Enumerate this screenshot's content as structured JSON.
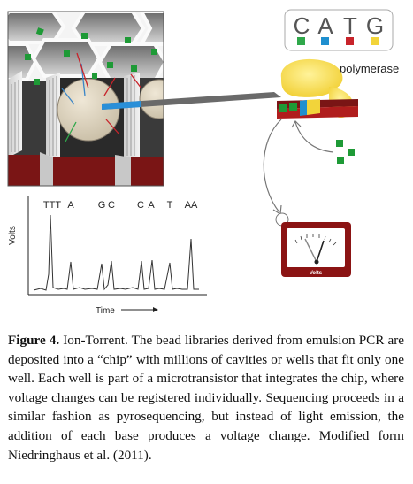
{
  "figure": {
    "bases": [
      {
        "letter": "C",
        "color": "#2fa84a"
      },
      {
        "letter": "A",
        "color": "#1f8fcf"
      },
      {
        "letter": "T",
        "color": "#c8242b"
      },
      {
        "letter": "G",
        "color": "#f2d43a"
      }
    ],
    "polymerase_label": "polymerase",
    "trace": {
      "base_calls": [
        "TTT",
        "A",
        "G",
        "C",
        "C",
        "A",
        "T",
        "AA"
      ],
      "y_axis_label": "Volts",
      "x_axis_label": "Time"
    },
    "meter_label": "Volts"
  },
  "caption": {
    "label": "Figure 4.",
    "text": " Ion-Torrent. The bead libraries derived from emulsion PCR are deposited into a “chip” with millions of cavities or wells that fit only one well. Each well is part of a microtransistor that integrates the chip, where voltage changes can be registered individually. Sequencing proceeds in a similar fashion as pyrosequencing, but instead of light emission, the addition of each base produces a voltage change. Modified form Niedringhaus et al. (2011)."
  }
}
